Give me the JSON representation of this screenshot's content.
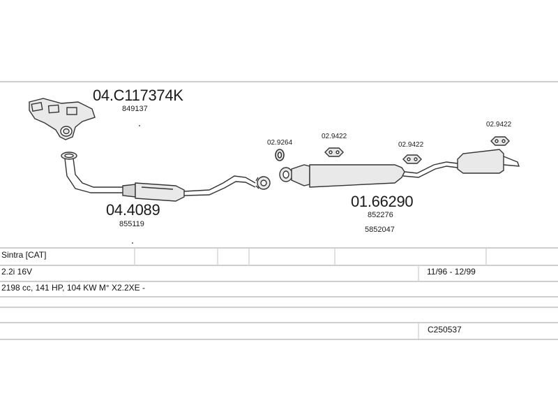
{
  "parts": {
    "manifold": {
      "code": "04.C117374K",
      "ref": "849137"
    },
    "front_pipe": {
      "code": "04.4089",
      "ref": "855119"
    },
    "muffler": {
      "code": "01.66290",
      "refs": [
        "852276",
        "5852047"
      ]
    },
    "gasket": {
      "code": "02.9264"
    },
    "hanger_1": {
      "code": "02.9422"
    },
    "hanger_2": {
      "code": "02.9422"
    },
    "hanger_3": {
      "code": "02.9422"
    }
  },
  "table": {
    "model": "Sintra  [CAT]",
    "engine": "2.2i 16V",
    "dates": "11/96 - 12/99",
    "spec": "2198 cc, 141 HP, 104 KW M° X2.2XE -",
    "code": "C250537"
  },
  "colors": {
    "line": "#cfcfcf",
    "part_stroke": "#333333",
    "part_fill": "#e9e9e9"
  }
}
